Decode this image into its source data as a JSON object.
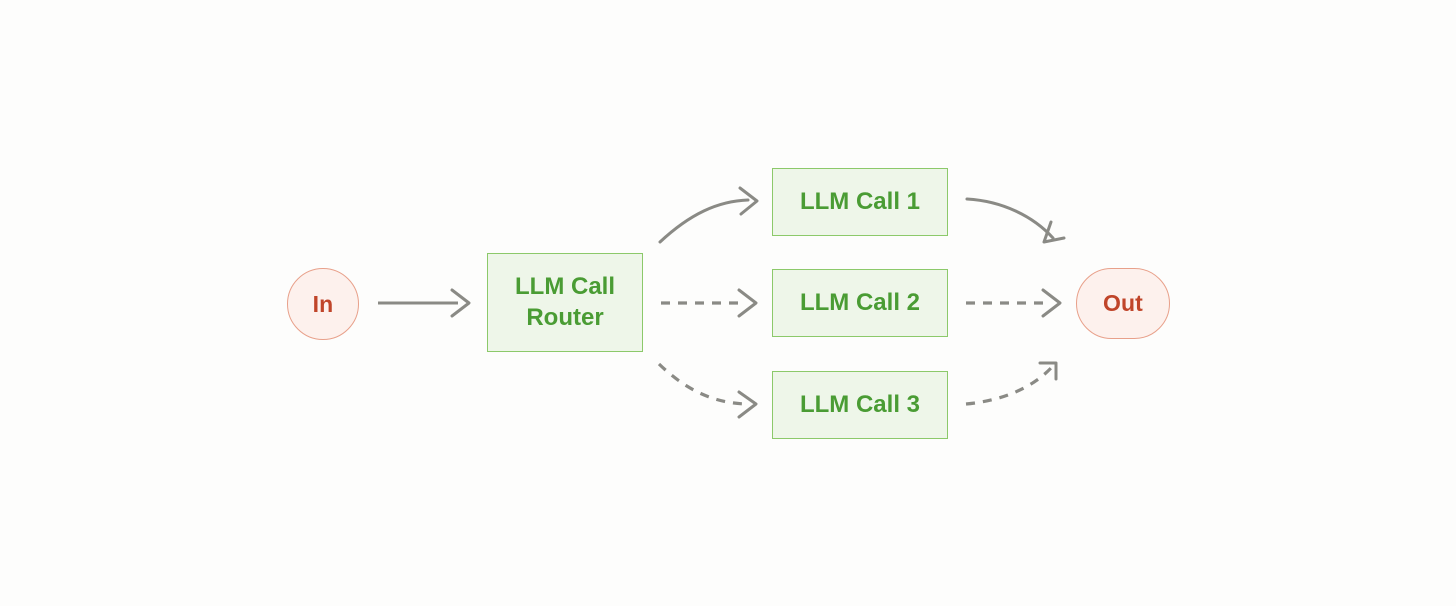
{
  "diagram": {
    "type": "flowchart",
    "title": "LLM Call Router",
    "background_color": "#fdfdfc",
    "colors": {
      "terminal_fill": "#fdf1ed",
      "terminal_border": "#e8a08a",
      "terminal_text": "#c0452a",
      "process_fill": "#eef6e9",
      "process_border": "#8cc96a",
      "process_text": "#4a9c34",
      "edge": "#8a8a85"
    },
    "nodes": {
      "input": {
        "label": "In",
        "shape": "circle"
      },
      "router": {
        "label": "LLM Call\nRouter",
        "shape": "rectangle"
      },
      "call_1": {
        "label": "LLM Call 1",
        "shape": "rectangle"
      },
      "call_2": {
        "label": "LLM Call 2",
        "shape": "rectangle"
      },
      "call_3": {
        "label": "LLM Call 3",
        "shape": "rectangle"
      },
      "output": {
        "label": "Out",
        "shape": "stadium"
      }
    },
    "edges": [
      {
        "name": "in-to-router",
        "from": "input",
        "to": "router",
        "style": "solid",
        "path": "straight"
      },
      {
        "name": "router-to-call-1",
        "from": "router",
        "to": "call_1",
        "style": "solid",
        "path": "curve-up"
      },
      {
        "name": "router-to-call-2",
        "from": "router",
        "to": "call_2",
        "style": "dashed",
        "path": "straight"
      },
      {
        "name": "router-to-call-3",
        "from": "router",
        "to": "call_3",
        "style": "dashed",
        "path": "curve-down"
      },
      {
        "name": "call-1-to-out",
        "from": "call_1",
        "to": "output",
        "style": "solid",
        "path": "curve-down"
      },
      {
        "name": "call-2-to-out",
        "from": "call_2",
        "to": "output",
        "style": "dashed",
        "path": "straight"
      },
      {
        "name": "call-3-to-out",
        "from": "call_3",
        "to": "output",
        "style": "dashed",
        "path": "curve-up"
      }
    ]
  }
}
